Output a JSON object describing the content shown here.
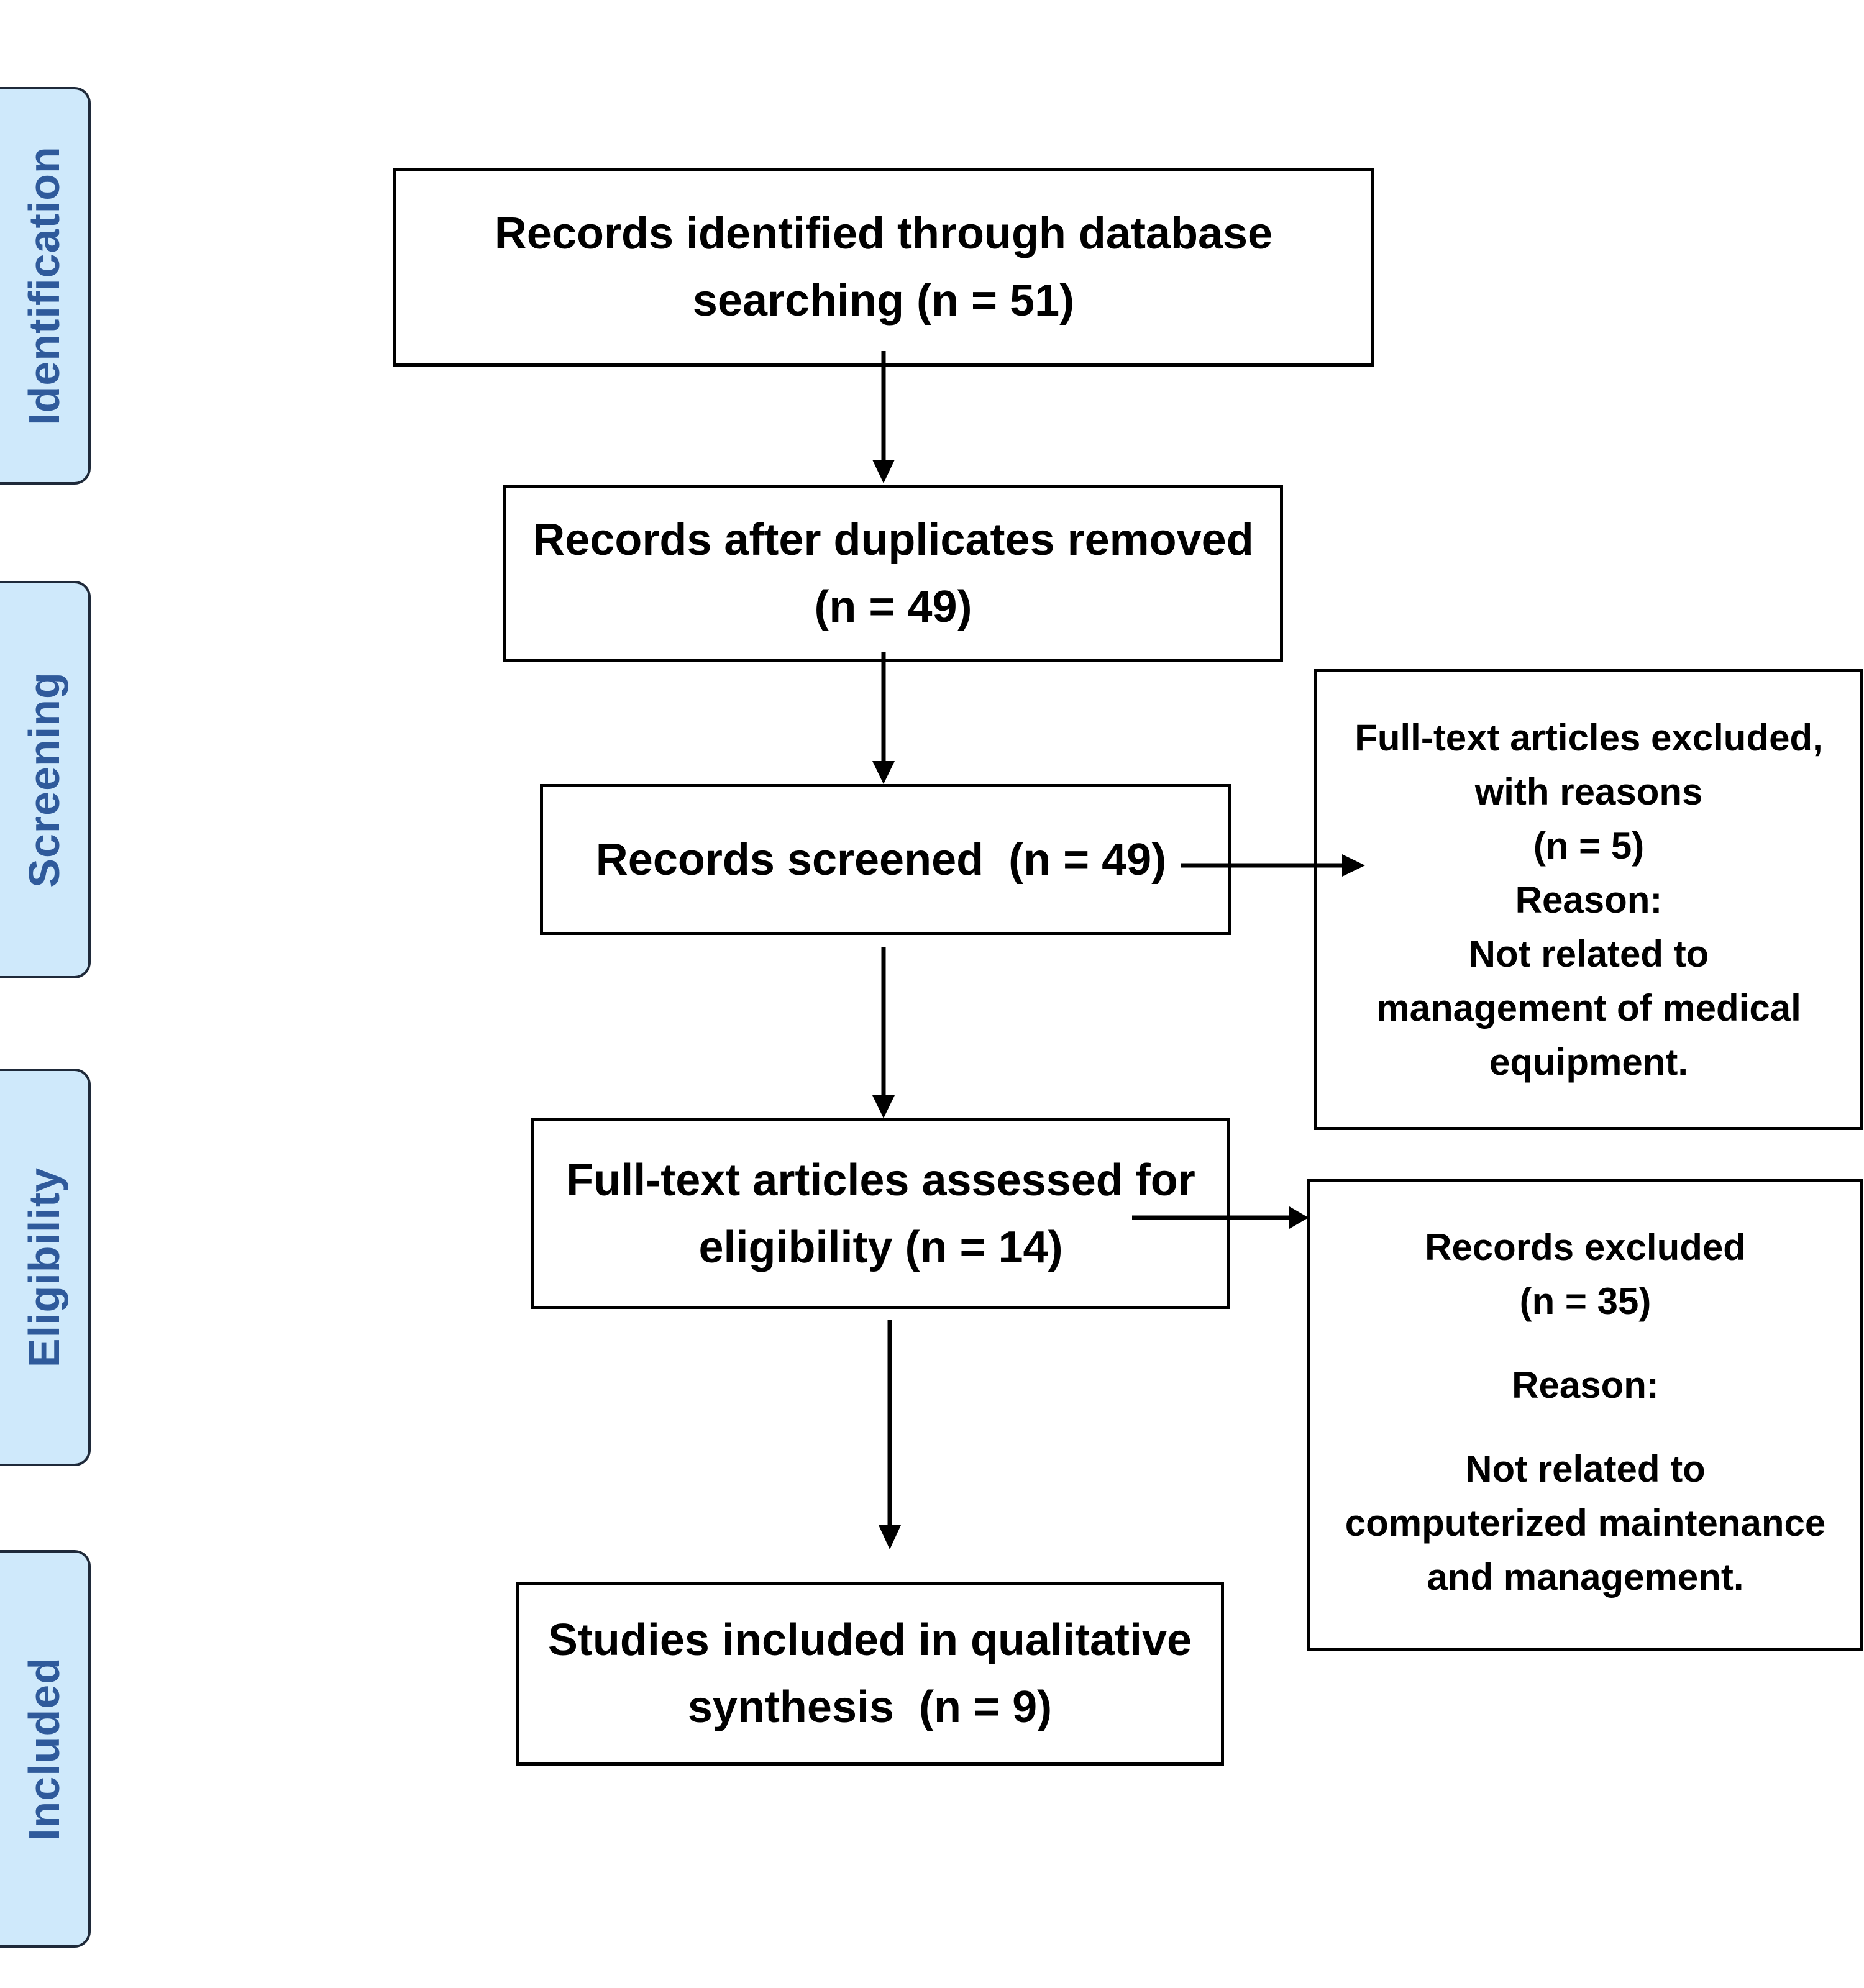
{
  "stages": {
    "identification": "Identification",
    "screening": "Screening",
    "eligibility": "Eligibility",
    "included": "Included"
  },
  "boxes": {
    "identified": {
      "line1": "Records identified through database",
      "line2": "searching (n = 51)"
    },
    "after_duplicates": {
      "line1": "Records after duplicates removed",
      "line2": "(n = 49)"
    },
    "screened": {
      "line1": "Records screened  (n = 49)"
    },
    "assessed": {
      "line1": "Full-text articles assessed for",
      "line2": "eligibility (n = 14)"
    },
    "included": {
      "line1": "Studies included in qualitative",
      "line2": "synthesis  (n = 9)"
    }
  },
  "side_boxes": {
    "fulltext_excluded": {
      "lines": [
        "Full-text articles excluded,",
        "with reasons",
        "(n = 5)",
        "Reason:",
        "Not related to",
        "management of medical",
        "equipment."
      ]
    },
    "records_excluded": {
      "line1": "Records excluded",
      "line2": "(n = 35)",
      "reason_label": "Reason:",
      "reason_lines": [
        "Not related to",
        "computerized maintenance",
        "and management."
      ]
    }
  }
}
